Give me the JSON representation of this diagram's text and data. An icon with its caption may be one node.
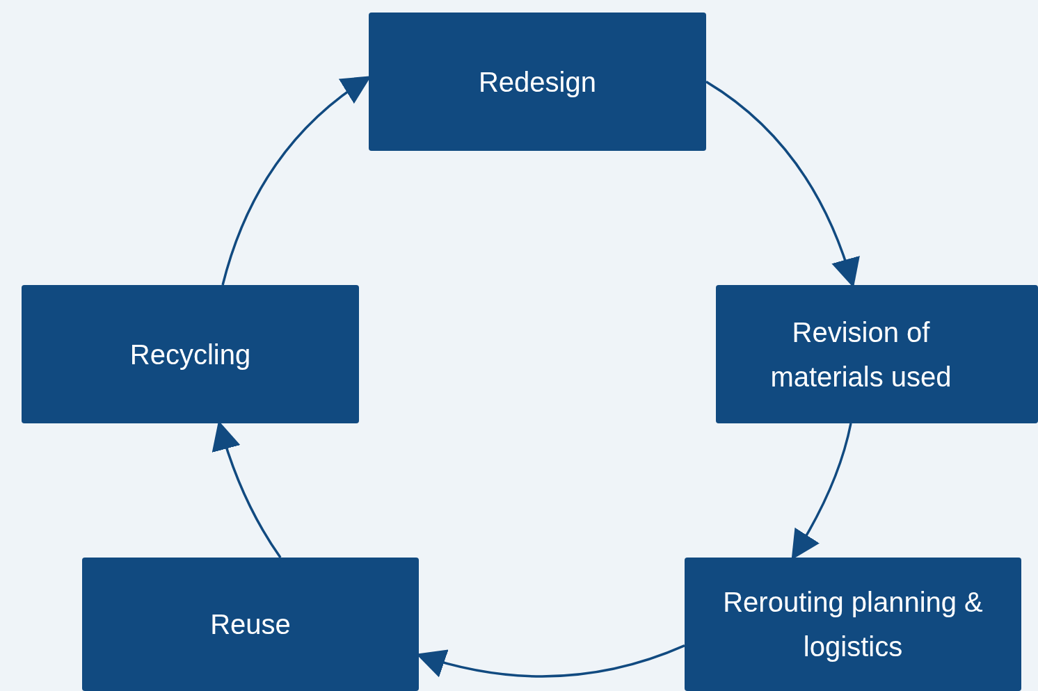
{
  "diagram": {
    "nodes": [
      {
        "text": [
          "Redesign"
        ]
      },
      {
        "text": [
          "Revision of materials used"
        ]
      },
      {
        "text": [
          "Rerouting planning & logistics"
        ]
      },
      {
        "text": [
          "Reuse"
        ]
      },
      {
        "text": [
          "Recycling"
        ]
      }
    ],
    "edges": [
      {
        "from": 0,
        "to": 1,
        "arrow": "to"
      },
      {
        "from": 1,
        "to": 2,
        "arrow": "to"
      },
      {
        "from": 2,
        "to": 3,
        "arrow": "to"
      },
      {
        "from": 3,
        "to": 4,
        "arrow": "to"
      },
      {
        "from": 4,
        "to": 0,
        "arrow": "to"
      }
    ]
  }
}
